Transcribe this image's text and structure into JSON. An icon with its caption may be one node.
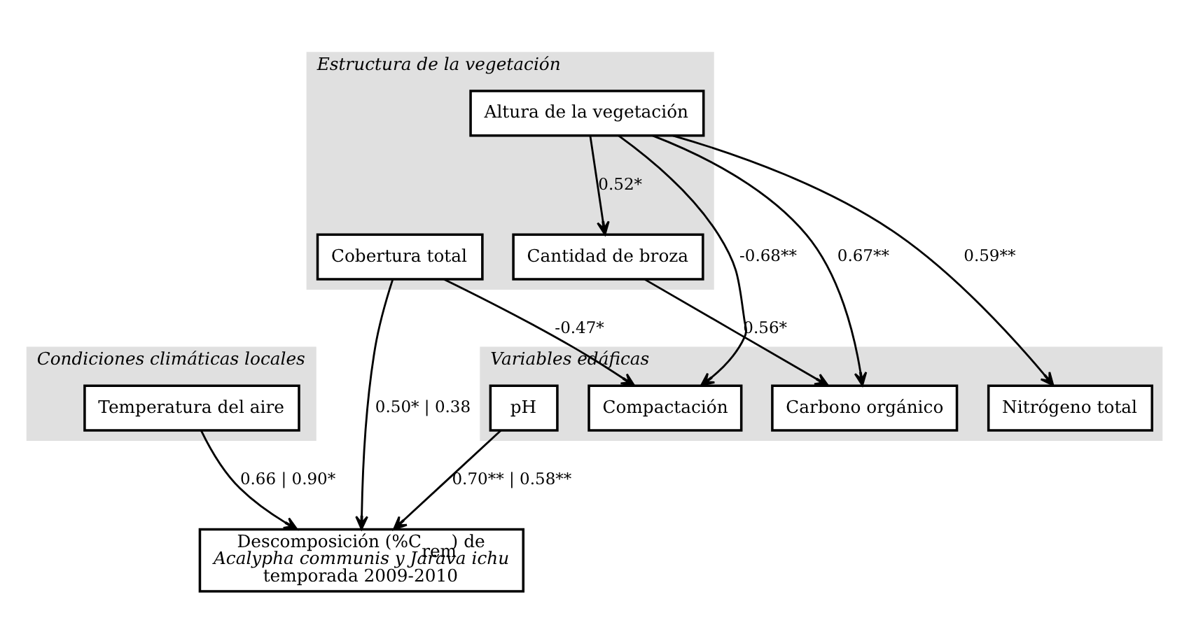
{
  "diagram": {
    "nodes": [
      {
        "text": [
          "Estructura de la vegetación"
        ]
      },
      {
        "text": [
          "Cobertura total"
        ],
        "in": 0
      },
      {
        "text": [
          "Altura de la vegetación"
        ],
        "in": 0
      },
      {
        "text": [
          "Cantidad de broza"
        ],
        "in": 0
      },
      {
        "text": [
          "Condiciones climáticas locales"
        ]
      },
      {
        "text": [
          "Temperatura del aire"
        ],
        "in": 4
      },
      {
        "text": [
          "Variables edáficas"
        ]
      },
      {
        "text": [
          "Compactación"
        ],
        "in": 6
      },
      {
        "text": [
          "Carbono orgánico"
        ],
        "in": 6
      },
      {
        "text": [
          "Nitrógeno total"
        ],
        "in": 6
      },
      {
        "text": [
          "pH"
        ],
        "in": 6
      },
      {
        "text": [
          "Descomposición (%C$_{rem}$) de *Acalypha communis y Jarava ichu* temporada 2009-2010"
        ]
      }
    ],
    "edges": [
      {
        "from": 2,
        "to": 3,
        "arrow": "to",
        "label": "0.52*"
      },
      {
        "from": 1,
        "to": 7,
        "arrow": "to",
        "label": "-0.47*"
      },
      {
        "from": 2,
        "to": 7,
        "arrow": "to",
        "label": "-0.68**"
      },
      {
        "from": 2,
        "to": 8,
        "arrow": "to",
        "label": "0.67**"
      },
      {
        "from": 2,
        "to": 9,
        "arrow": "to",
        "label": "0.59**"
      },
      {
        "from": 3,
        "to": 8,
        "arrow": "to",
        "label": "0.56*"
      },
      {
        "from": 1,
        "to": 11,
        "arrow": "to",
        "label": "0.50* | 0.38"
      },
      {
        "from": 10,
        "to": 11,
        "arrow": "to",
        "label": "0.70** | 0.58**"
      },
      {
        "from": 5,
        "to": 11,
        "arrow": "to",
        "label": "0.66 | 0.90*"
      }
    ]
  }
}
